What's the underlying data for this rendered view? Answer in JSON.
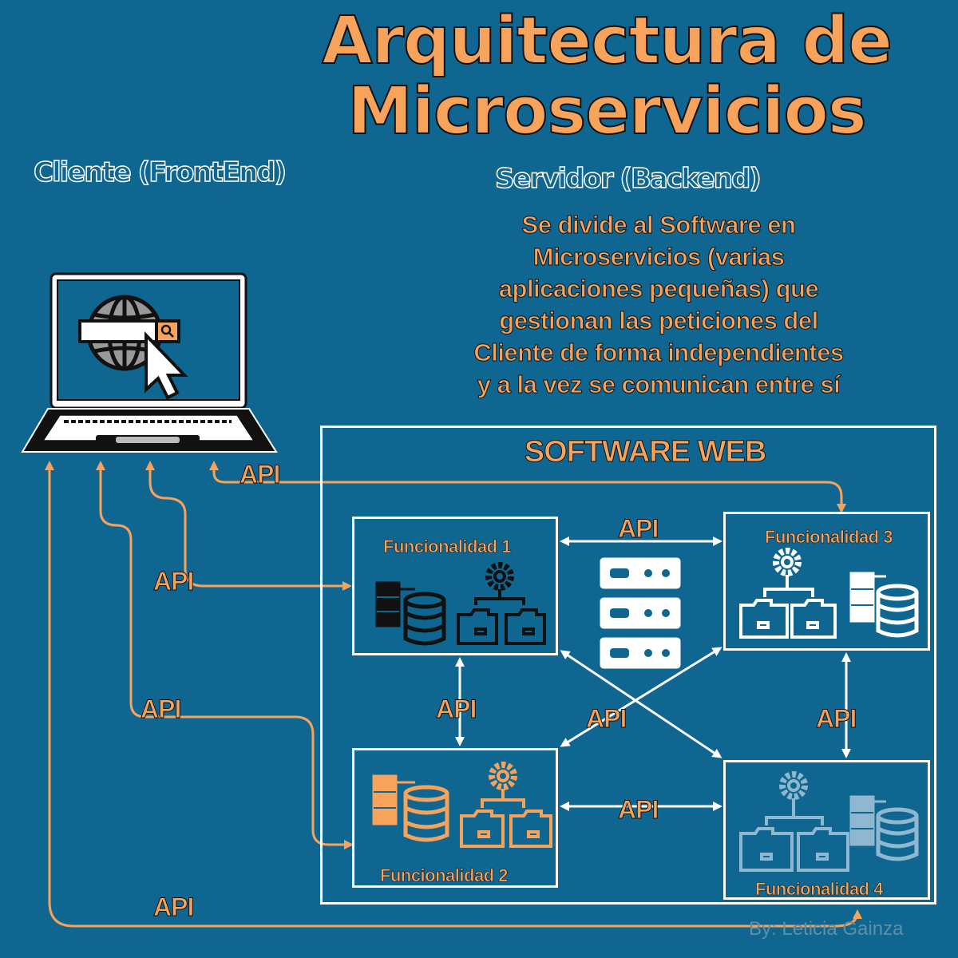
{
  "title": {
    "line1": "Arquitectura de",
    "line2": "Microservicios"
  },
  "client_heading": "Cliente  (FrontEnd)",
  "server_heading": "Servidor (Backend)",
  "description": [
    "Se divide al Software  en",
    "Microservicios (varias",
    "aplicaciones pequeñas) que",
    "gestionan las peticiones del",
    "Cliente de forma independientes",
    "y a la vez  se comunican entre sí"
  ],
  "software_title": "SOFTWARE WEB",
  "modules": [
    {
      "label": "Funcionalidad 1"
    },
    {
      "label": "Funcionalidad 2"
    },
    {
      "label": "Funcionalidad 3"
    },
    {
      "label": "Funcionalidad 4"
    }
  ],
  "api_label": "API",
  "credit": "By: Leticia Gainza",
  "colors": {
    "background": "#0f6690",
    "accent": "#f7a35c",
    "line": "#ffffff",
    "dark_icon": "#111111",
    "faded_icon": "#8fb8d0"
  },
  "icons": [
    "laptop-icon",
    "globe-icon",
    "search-icon",
    "cursor-icon",
    "server-icon",
    "database-icon",
    "gear-icon",
    "folder-icon"
  ]
}
